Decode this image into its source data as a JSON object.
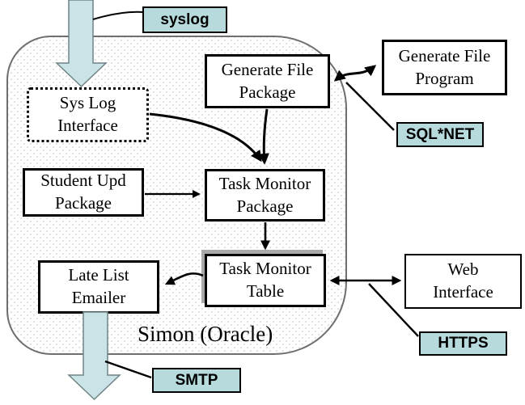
{
  "diagram": {
    "title_note": "system architecture diagram",
    "container_label": "Simon (Oracle)",
    "nodes": {
      "sys_log_interface": {
        "line1": "Sys Log",
        "line2": "Interface"
      },
      "generate_file_package": {
        "line1": "Generate File",
        "line2": "Package"
      },
      "generate_file_program": {
        "line1": "Generate File",
        "line2": "Program"
      },
      "student_upd_package": {
        "line1": "Student Upd",
        "line2": "Package"
      },
      "task_monitor_package": {
        "line1": "Task Monitor",
        "line2": "Package"
      },
      "task_monitor_table": {
        "line1": "Task Monitor",
        "line2": "Table"
      },
      "late_list_emailer": {
        "line1": "Late List",
        "line2": "Emailer"
      },
      "web_interface": {
        "line1": "Web",
        "line2": "Interface"
      }
    },
    "protocol_tags": {
      "syslog": "syslog",
      "sqlnet": "SQL*NET",
      "https": "HTTPS",
      "smtp": "SMTP"
    },
    "connections": [
      "syslog inbound block-arrow into Sys Log Interface",
      "Sys Log Interface -> Task Monitor Package",
      "Generate File Package -> Task Monitor Package",
      "Generate File Package <-> Generate File Program (SQL*NET)",
      "Student Upd Package -> Task Monitor Package",
      "Task Monitor Package -> Task Monitor Table",
      "Task Monitor Table -> Late List Emailer",
      "Task Monitor Table <-> Web Interface (HTTPS)",
      "Late List Emailer outbound block-arrow (SMTP)"
    ],
    "colors": {
      "tag_bg": "#b7dadd",
      "flow_arrow_fill": "#c9e3e6",
      "flow_arrow_stroke": "#6f8486",
      "box_border": "#000000",
      "container_border": "#6e6e6e"
    }
  }
}
